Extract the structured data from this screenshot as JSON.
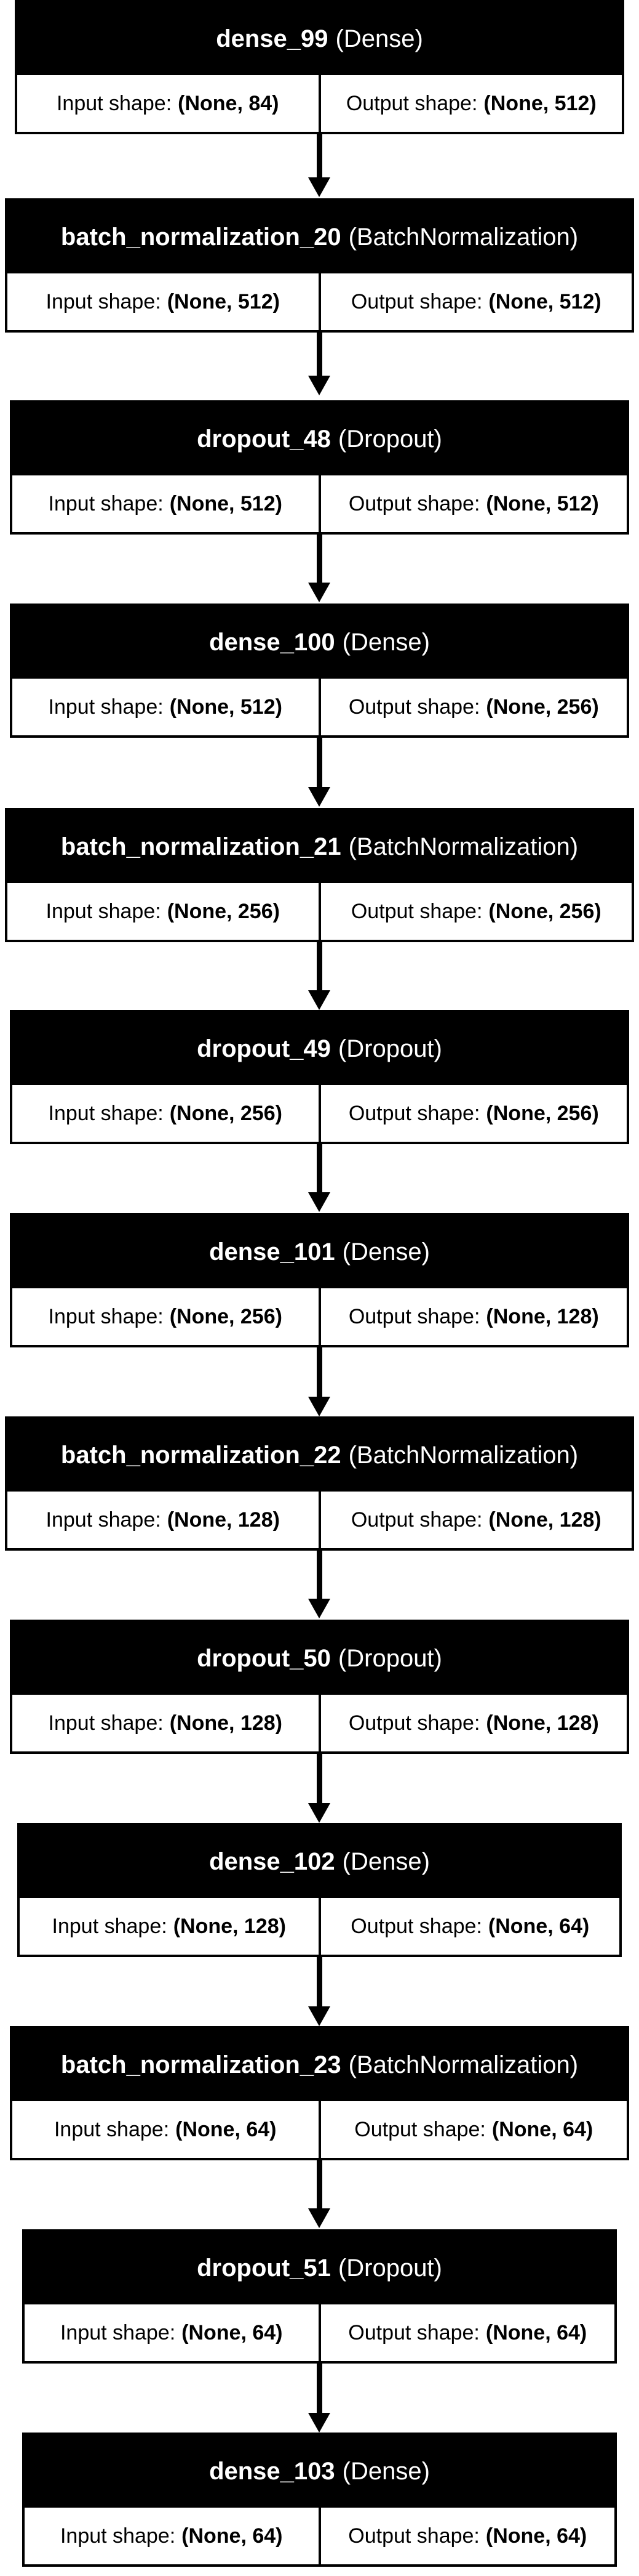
{
  "layers": [
    {
      "name": "dense_99",
      "type": "(Dense)",
      "input_label": "Input shape:",
      "input_shape": "(None, 84)",
      "output_label": "Output shape:",
      "output_shape": "(None, 512)"
    },
    {
      "name": "batch_normalization_20",
      "type": "(BatchNormalization)",
      "input_label": "Input shape:",
      "input_shape": "(None, 512)",
      "output_label": "Output shape:",
      "output_shape": "(None, 512)"
    },
    {
      "name": "dropout_48",
      "type": "(Dropout)",
      "input_label": "Input shape:",
      "input_shape": "(None, 512)",
      "output_label": "Output shape:",
      "output_shape": "(None, 512)"
    },
    {
      "name": "dense_100",
      "type": "(Dense)",
      "input_label": "Input shape:",
      "input_shape": "(None, 512)",
      "output_label": "Output shape:",
      "output_shape": "(None, 256)"
    },
    {
      "name": "batch_normalization_21",
      "type": "(BatchNormalization)",
      "input_label": "Input shape:",
      "input_shape": "(None, 256)",
      "output_label": "Output shape:",
      "output_shape": "(None, 256)"
    },
    {
      "name": "dropout_49",
      "type": "(Dropout)",
      "input_label": "Input shape:",
      "input_shape": "(None, 256)",
      "output_label": "Output shape:",
      "output_shape": "(None, 256)"
    },
    {
      "name": "dense_101",
      "type": "(Dense)",
      "input_label": "Input shape:",
      "input_shape": "(None, 256)",
      "output_label": "Output shape:",
      "output_shape": "(None, 128)"
    },
    {
      "name": "batch_normalization_22",
      "type": "(BatchNormalization)",
      "input_label": "Input shape:",
      "input_shape": "(None, 128)",
      "output_label": "Output shape:",
      "output_shape": "(None, 128)"
    },
    {
      "name": "dropout_50",
      "type": "(Dropout)",
      "input_label": "Input shape:",
      "input_shape": "(None, 128)",
      "output_label": "Output shape:",
      "output_shape": "(None, 128)"
    },
    {
      "name": "dense_102",
      "type": "(Dense)",
      "input_label": "Input shape:",
      "input_shape": "(None, 128)",
      "output_label": "Output shape:",
      "output_shape": "(None, 64)"
    },
    {
      "name": "batch_normalization_23",
      "type": "(BatchNormalization)",
      "input_label": "Input shape:",
      "input_shape": "(None, 64)",
      "output_label": "Output shape:",
      "output_shape": "(None, 64)"
    },
    {
      "name": "dropout_51",
      "type": "(Dropout)",
      "input_label": "Input shape:",
      "input_shape": "(None, 64)",
      "output_label": "Output shape:",
      "output_shape": "(None, 64)"
    },
    {
      "name": "dense_103",
      "type": "(Dense)",
      "input_label": "Input shape:",
      "input_shape": "(None, 64)",
      "output_label": "Output shape:",
      "output_shape": "(None, 64)"
    }
  ]
}
